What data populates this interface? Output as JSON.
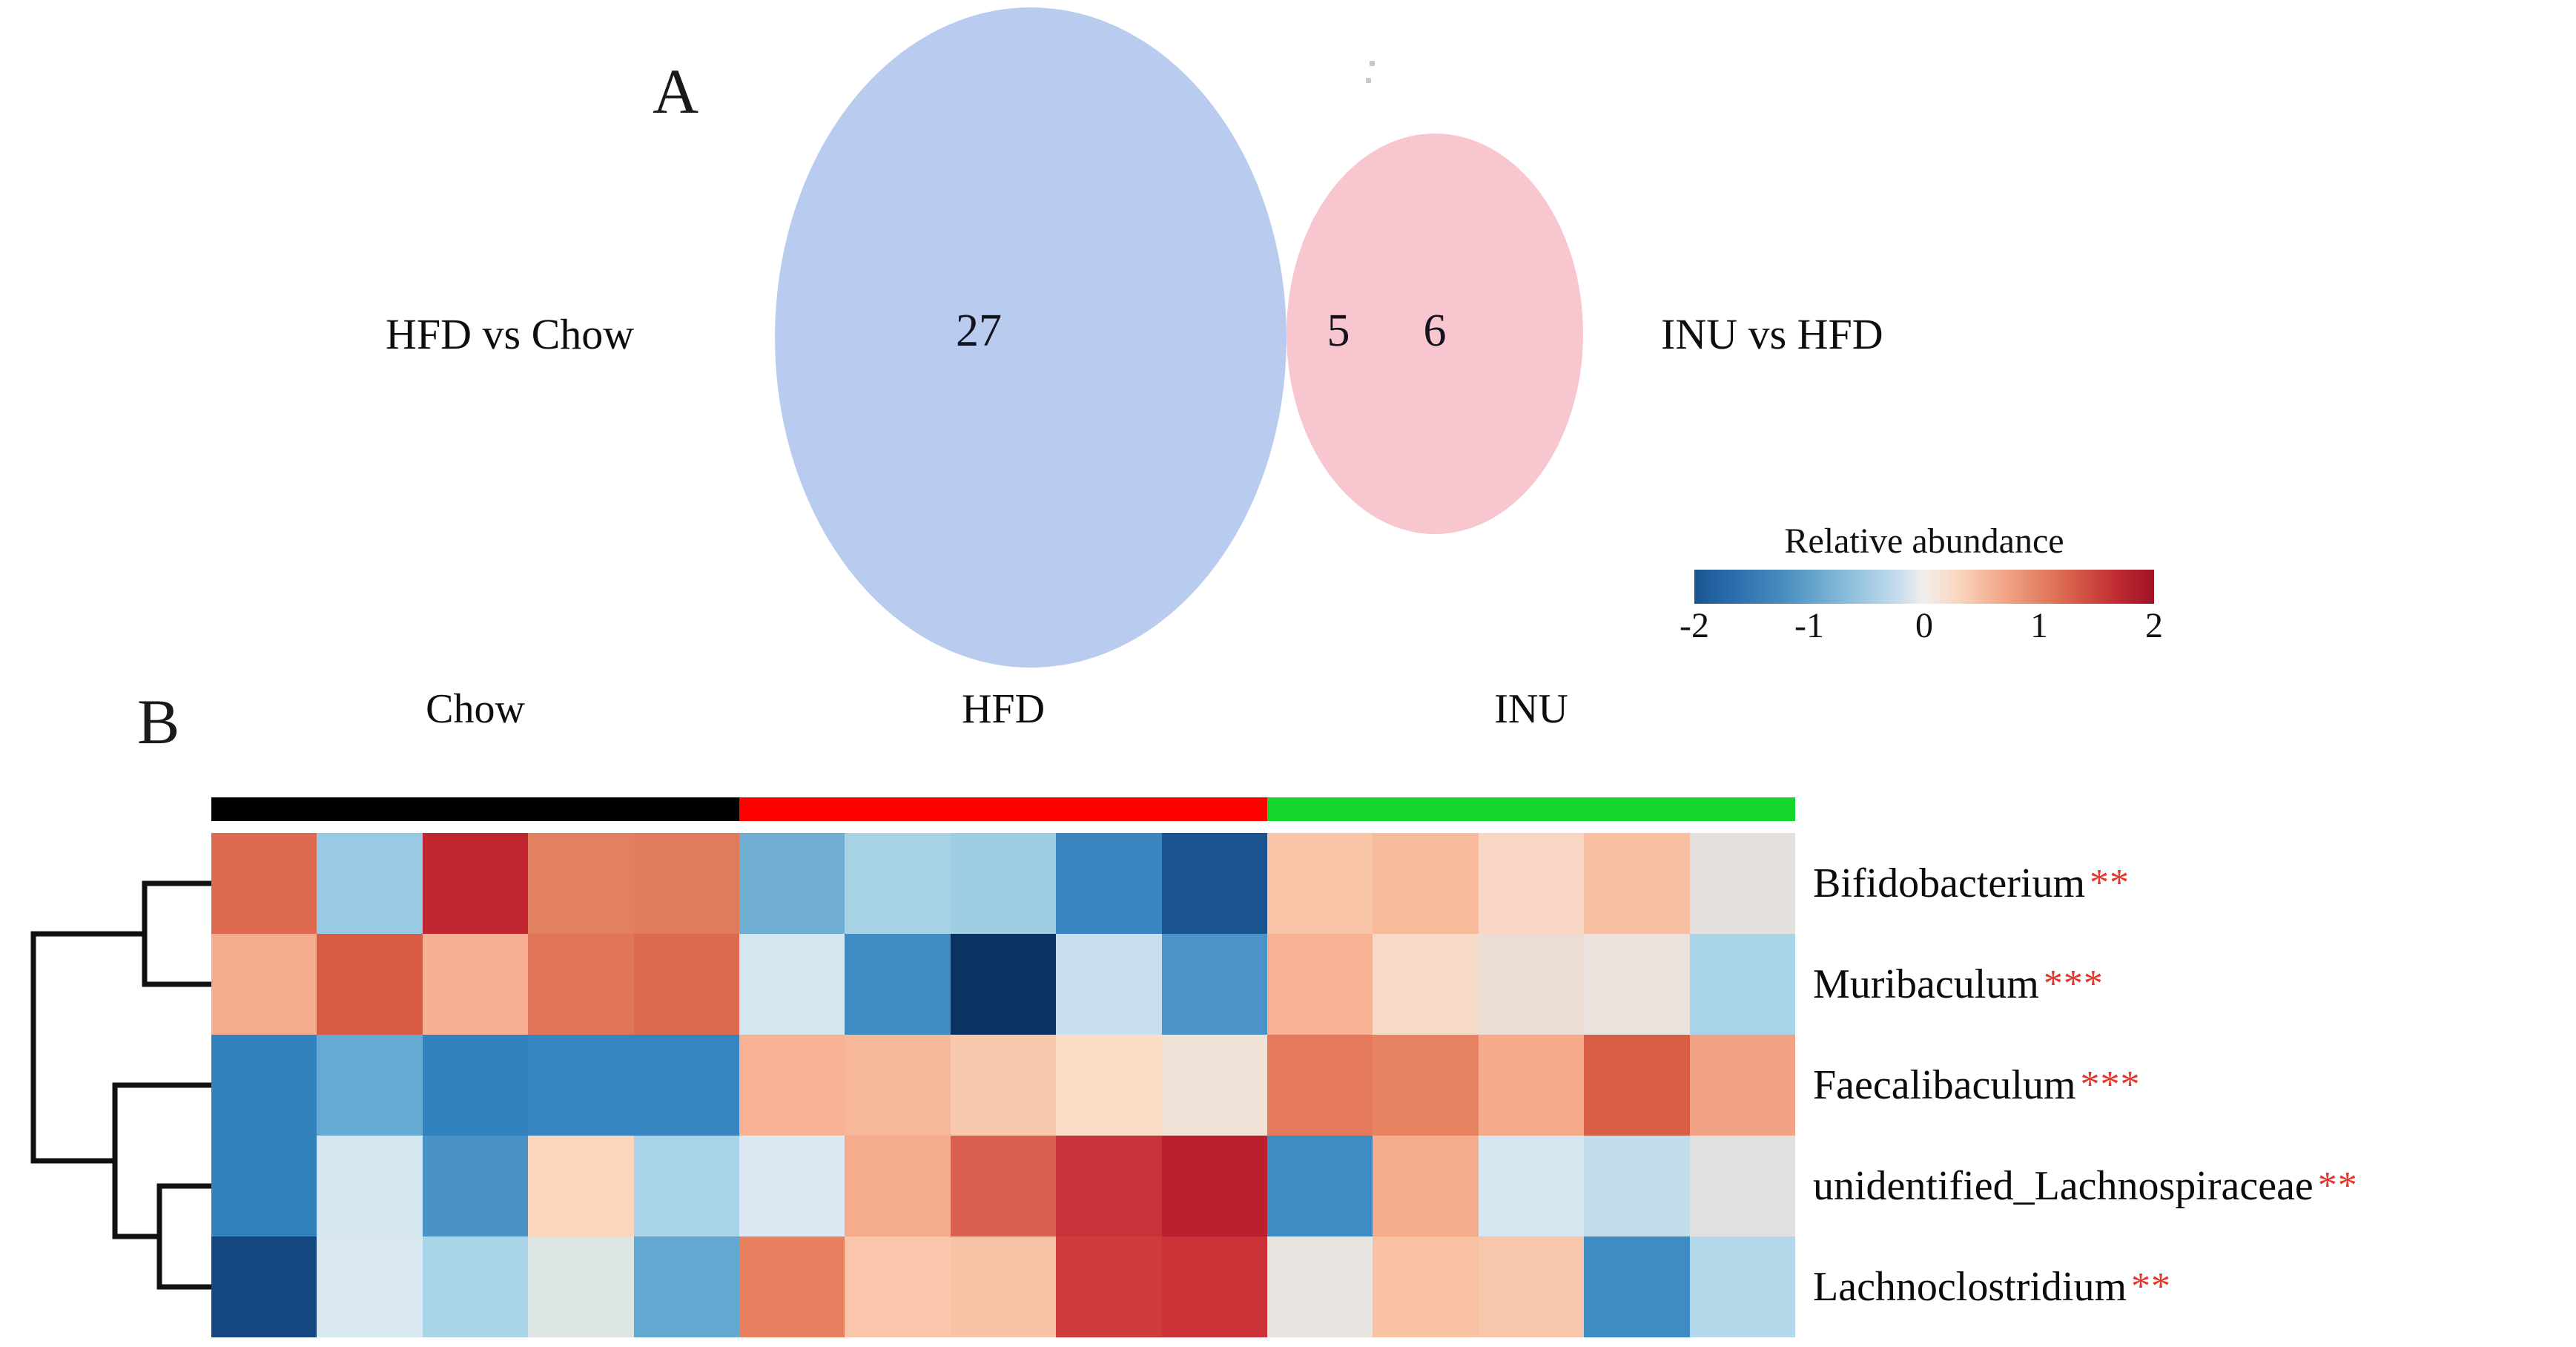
{
  "figure": {
    "panel_a_letter": "A",
    "panel_b_letter": "B"
  },
  "venn": {
    "left_label": "HFD vs Chow",
    "right_label": "INU vs HFD",
    "left_only": "27",
    "intersection": "5",
    "right_only": "6",
    "left_color": "#7a9ce2",
    "right_color": "#eb788c"
  },
  "colorbar": {
    "title": "Relative abundance",
    "ticks": [
      "-2",
      "-1",
      "0",
      "1",
      "2"
    ],
    "min": -2,
    "max": 2,
    "low_color": "#1a5592",
    "mid_color": "#f2efeb",
    "high_color": "#9e1125"
  },
  "heatmap": {
    "groups": [
      {
        "name": "Chow",
        "color": "#000000",
        "n": 5
      },
      {
        "name": "HFD",
        "color": "#fe0000",
        "n": 5
      },
      {
        "name": "INU",
        "color": "#15d72e",
        "n": 5
      }
    ],
    "rows": [
      {
        "label": "Bifidobacterium",
        "stars": "**"
      },
      {
        "label": "Muribaculum",
        "stars": "***"
      },
      {
        "label": "Faecalibaculum",
        "stars": "***"
      },
      {
        "label": "unidentified_Lachnospiraceae",
        "stars": "**"
      },
      {
        "label": "Lachnoclostridium",
        "stars": "**"
      }
    ],
    "star_color": "#e8352c"
  },
  "chart_data": {
    "type": "heatmap",
    "title": "Relative abundance",
    "xlabel": "",
    "ylabel": "",
    "colormap": "RdBu_r",
    "zlim": [
      -2,
      2
    ],
    "grid": false,
    "legend_position": "top-right",
    "column_groups": [
      "Chow",
      "Chow",
      "Chow",
      "Chow",
      "Chow",
      "HFD",
      "HFD",
      "HFD",
      "HFD",
      "HFD",
      "INU",
      "INU",
      "INU",
      "INU",
      "INU"
    ],
    "row_labels": [
      "Bifidobacterium",
      "Muribaculum",
      "Faecalibaculum",
      "unidentified_Lachnospiraceae",
      "Lachnoclostridium"
    ],
    "row_significance": [
      "**",
      "***",
      "***",
      "**",
      "**"
    ],
    "values": [
      [
        1.15,
        -0.75,
        1.85,
        0.95,
        0.95,
        -0.85,
        -0.7,
        -0.7,
        -1.15,
        -1.8,
        0.55,
        0.6,
        0.3,
        0.6,
        0.05
      ],
      [
        0.65,
        1.2,
        0.65,
        1.05,
        1.15,
        -0.35,
        -1.1,
        -2.0,
        -0.35,
        -1.05,
        0.65,
        0.3,
        0.25,
        0.1,
        -0.75
      ],
      [
        -1.2,
        -0.9,
        -1.2,
        -1.15,
        -1.15,
        0.65,
        0.55,
        0.4,
        0.25,
        0.1,
        1.05,
        0.85,
        0.65,
        1.25,
        0.7
      ],
      [
        -1.2,
        -0.3,
        -1.1,
        0.45,
        -0.7,
        -0.3,
        0.65,
        1.2,
        1.45,
        1.9,
        -1.1,
        0.65,
        -0.3,
        -0.6,
        0.05
      ],
      [
        -1.95,
        -0.35,
        -0.7,
        -0.15,
        -1.0,
        1.05,
        0.55,
        0.45,
        1.55,
        1.55,
        0.05,
        0.5,
        0.55,
        -1.05,
        -0.65
      ]
    ],
    "cell_colors": [
      [
        "#dd6a51",
        "#98cbe3",
        "#c1252f",
        "#e3805f",
        "#e07c5c",
        "#6fadd3",
        "#a8d3e6",
        "#9fcee3",
        "#3a85bf",
        "#1a5592",
        "#f9c5a8",
        "#f7bb9c",
        "#f7d6c3",
        "#f8bfa2",
        "#e3e0dd"
      ],
      [
        "#f3ad8c",
        "#d85c45",
        "#f6b194",
        "#e07559",
        "#dd6a51",
        "#d5e6f0",
        "#3f8cc2",
        "#0b3362",
        "#c7dfee",
        "#4b94c7",
        "#f7b193",
        "#f6d9c6",
        "#ecddd4",
        "#e9e2dd",
        "#a9d4e7"
      ],
      [
        "#3182bd",
        "#66aad4",
        "#3182bd",
        "#3685c0",
        "#3685c0",
        "#f7b193",
        "#f7b799",
        "#f9c9ae",
        "#fbdcc6",
        "#f0e2d7",
        "#e5795c",
        "#e88464",
        "#f5ab89",
        "#d85d45",
        "#f3a385"
      ],
      [
        "#3182bd",
        "#d5e6f0",
        "#4a93c6",
        "#fbd6bd",
        "#a9d4e7",
        "#dce9f2",
        "#f4ac8b",
        "#d96050",
        "#c7333a",
        "#ba1f2d",
        "#3f8cc2",
        "#f4ac8b",
        "#d5e6f0",
        "#c2dcec",
        "#e2e0de"
      ],
      [
        "#14477f",
        "#d9e7f1",
        "#a9d4e7",
        "#dde6e5",
        "#63a8d2",
        "#e8805f",
        "#f9c6ab",
        "#f7c3a7",
        "#cf3a3c",
        "#cc3339",
        "#e8e5e1",
        "#f9c2a5",
        "#f8c7ab",
        "#3f8cc2",
        "#b3d8e9"
      ]
    ],
    "dendrogram": {
      "linkage": "rows",
      "orientation": "left",
      "merges": [
        {
          "children": [
            0,
            1
          ],
          "label": "Bifidobacterium + Muribaculum"
        },
        {
          "children": [
            3,
            4
          ],
          "label": "unidentified_Lachnospiraceae + Lachnoclostridium"
        },
        {
          "children": [
            2,
            "node1"
          ],
          "label": "Faecalibaculum + (Lachno cluster)"
        },
        {
          "children": [
            "node0",
            "node2"
          ],
          "label": "root"
        }
      ]
    }
  }
}
